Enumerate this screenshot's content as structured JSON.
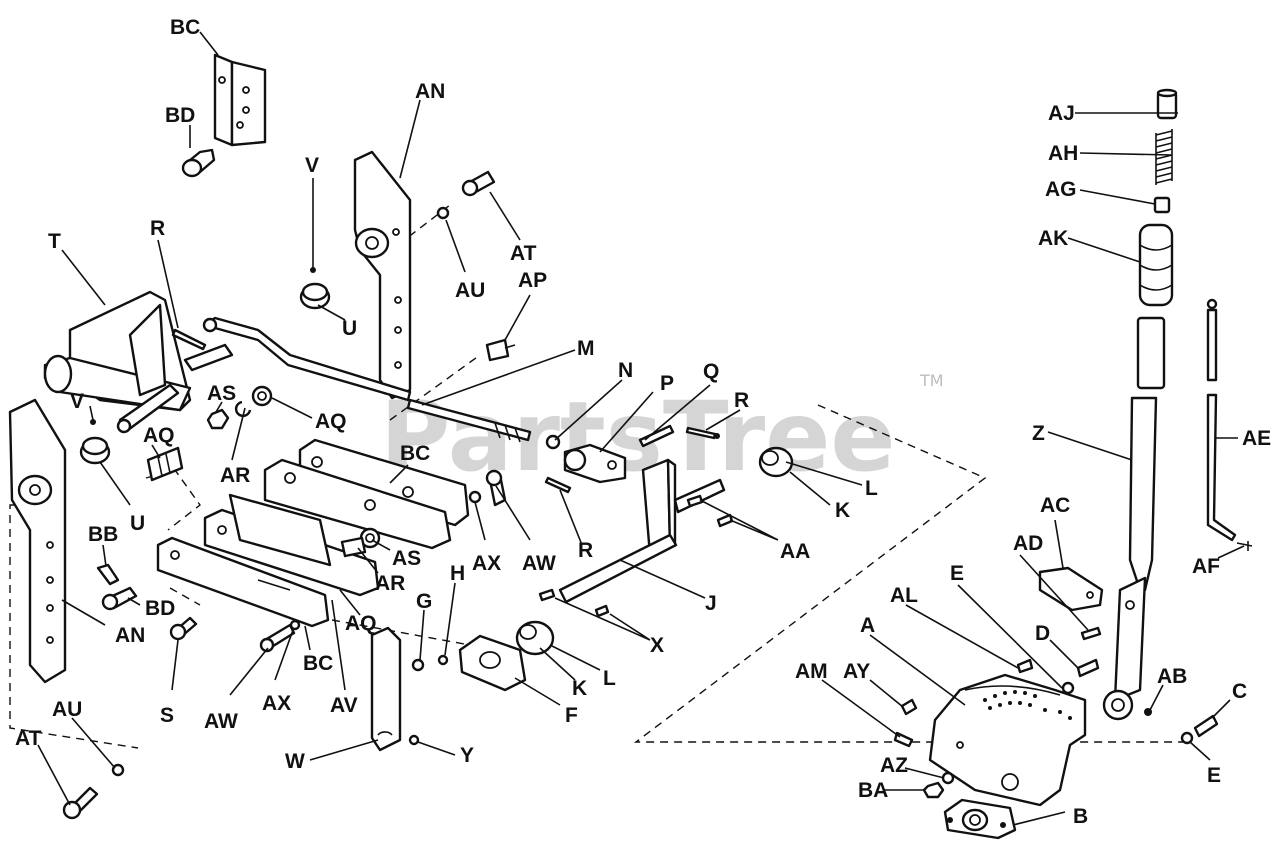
{
  "watermark": {
    "text": "PartsTree",
    "trademark": "TM"
  },
  "callouts": {
    "BC_top": "BC",
    "BD_top": "BD",
    "AN_top": "AN",
    "V_top": "V",
    "AT_top": "AT",
    "AU_top": "AU",
    "AP": "AP",
    "U_top": "U",
    "T": "T",
    "R_top": "R",
    "M": "M",
    "N": "N",
    "P": "P",
    "Q": "Q",
    "R_right": "R",
    "AJ": "AJ",
    "AH": "AH",
    "AG": "AG",
    "AK": "AK",
    "Z": "Z",
    "AE": "AE",
    "V_left": "V",
    "AQ_left": "AQ",
    "AS_top": "AS",
    "AQ_mid": "AQ",
    "AR_top": "AR",
    "U_left": "U",
    "BC_mid": "BC",
    "L_top": "L",
    "K_top": "K",
    "BB": "BB",
    "BD_left": "BD",
    "AS_mid": "AS",
    "AR_mid": "AR",
    "AX_mid": "AX",
    "AW_mid": "AW",
    "R_mid": "R",
    "AA": "AA",
    "AC": "AC",
    "AD": "AD",
    "E_top": "E",
    "AF": "AF",
    "AN_left": "AN",
    "S": "S",
    "AW_bot": "AW",
    "AX_bot": "AX",
    "BC_bot": "BC",
    "AV": "AV",
    "AQ_bot": "AQ",
    "G": "G",
    "H": "H",
    "J": "J",
    "X": "X",
    "AL": "AL",
    "A": "A",
    "D": "D",
    "AM": "AM",
    "AY": "AY",
    "AB": "AB",
    "C": "C",
    "K_bot": "K",
    "L_bot": "L",
    "F": "F",
    "AT_bot": "AT",
    "AU_bot": "AU",
    "W": "W",
    "Y": "Y",
    "AZ": "AZ",
    "BA": "BA",
    "B": "B",
    "E_bot": "E"
  }
}
